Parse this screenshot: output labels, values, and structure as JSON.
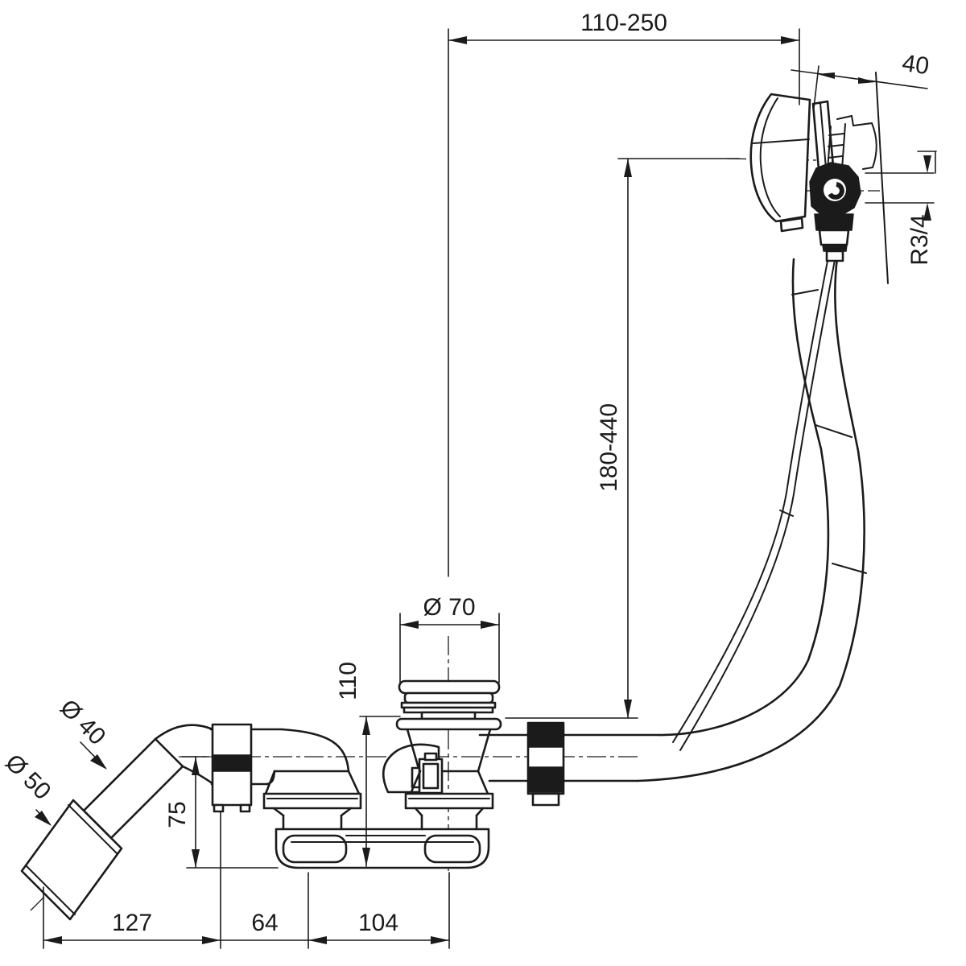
{
  "drawing": {
    "title": "bath-waste-overflow-set-technical-drawing",
    "colors": {
      "background": "#ffffff",
      "line": "#1b1b1b"
    },
    "labels": {
      "top_span": "110-250",
      "knob_offset": "40",
      "thread": "R3/4",
      "height_range": "180-440",
      "plug_diameter": "Ø 70",
      "drain_height": "110",
      "pipe_diameter": "Ø 40",
      "outlet_diameter": "Ø 50",
      "trap_height": "75",
      "dim_left": "127",
      "dim_mid": "64",
      "dim_right": "104"
    }
  }
}
